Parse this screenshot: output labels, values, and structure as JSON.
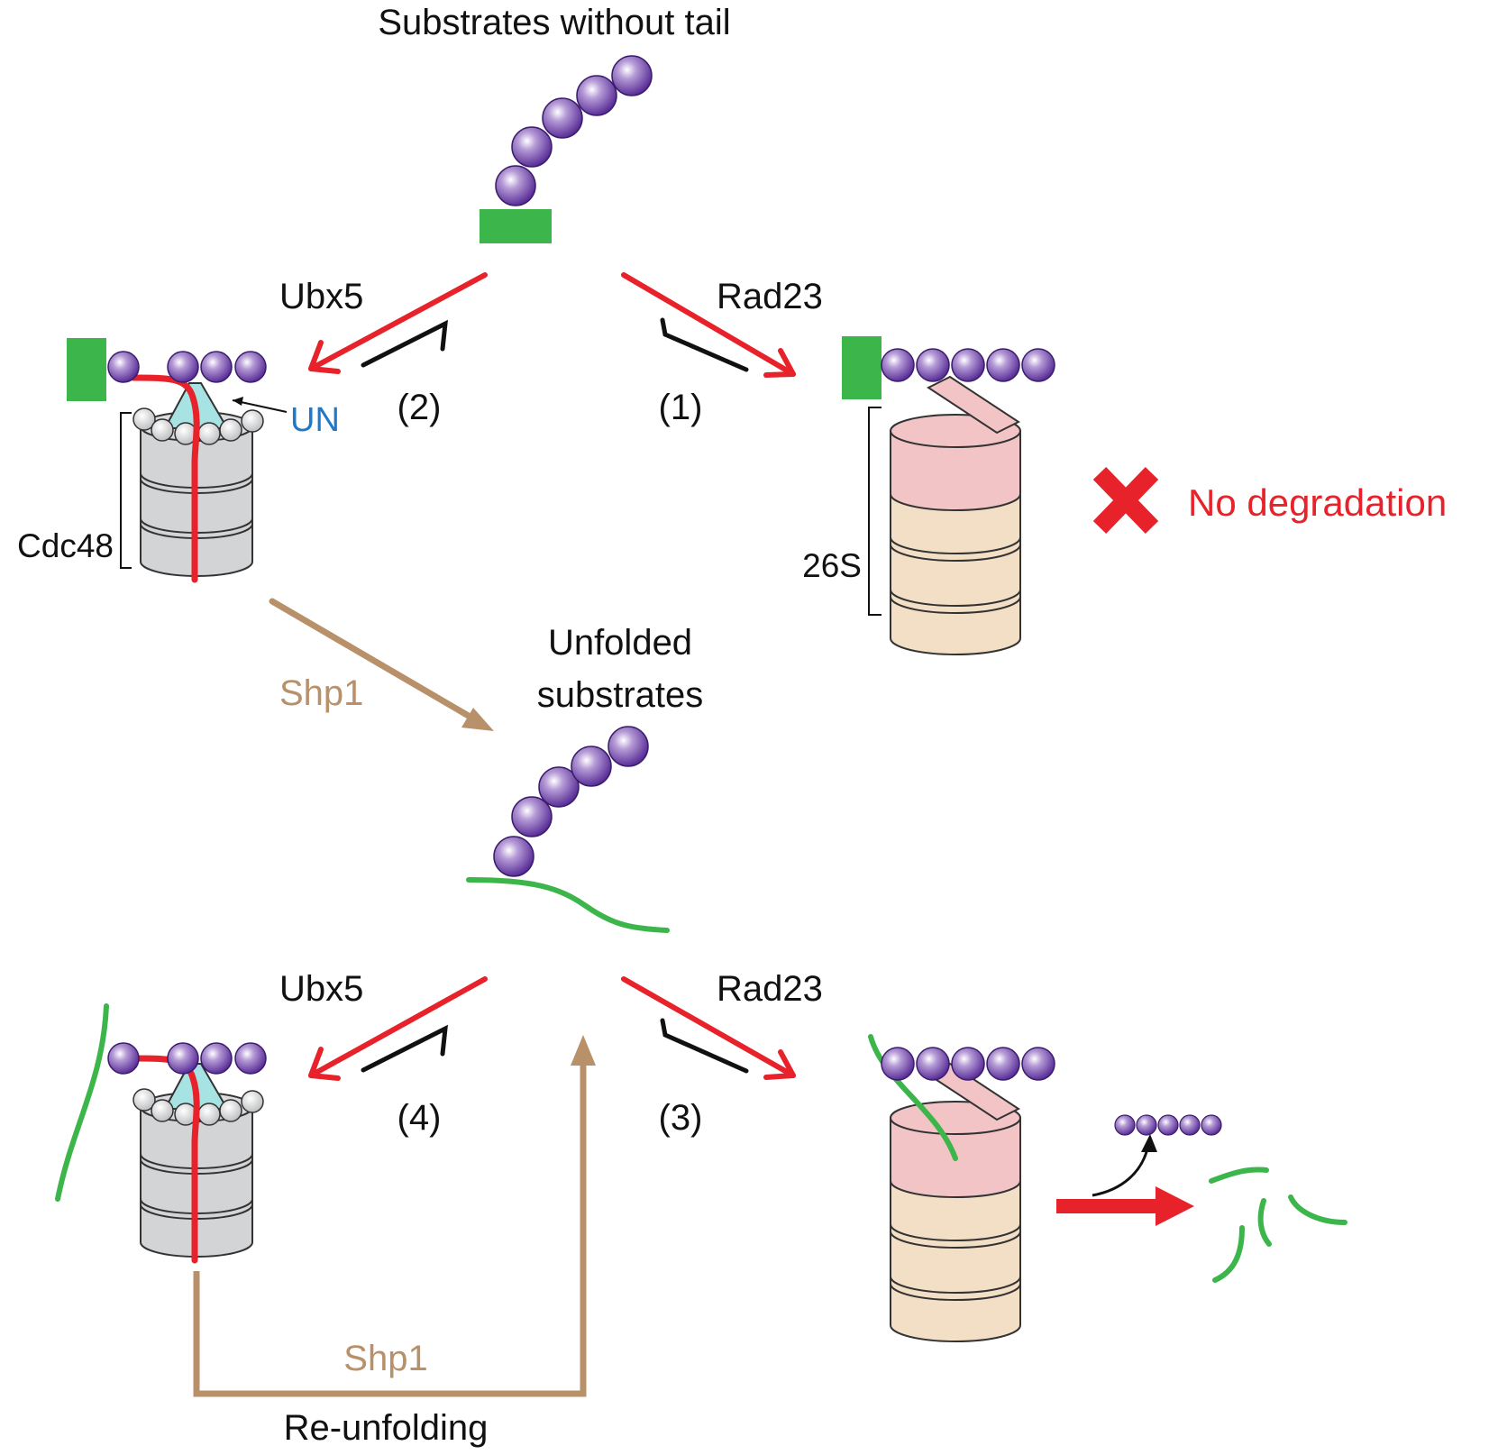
{
  "colors": {
    "ubiquitin": "#6a3ea6",
    "substrate": "#3cb54a",
    "arrow_red": "#e8222a",
    "arrow_black": "#111111",
    "shp1": "#b8916a",
    "cdc48": "#d3d4d6",
    "un_domain": "#a8e3e3",
    "proteasome_lid": "#f2c4c6",
    "proteasome_core": "#f3dfc5",
    "un_label": "#1f78c8",
    "no_degradation": "#e8222a"
  },
  "labels": {
    "top_title": "Substrates without tail",
    "ubx5_top": "Ubx5",
    "rad23_top": "Rad23",
    "step2": "(2)",
    "step1": "(1)",
    "un": "UN",
    "cdc48": "Cdc48",
    "proteasome_26s": "26S",
    "no_degradation": "No degradation",
    "shp1_top": "Shp1",
    "unfolded_line1": "Unfolded",
    "unfolded_line2": "substrates",
    "ubx5_bottom": "Ubx5",
    "rad23_bottom": "Rad23",
    "step4": "(4)",
    "step3": "(3)",
    "shp1_bottom": "Shp1",
    "reunfolding": "Re-unfolding"
  },
  "icons": {
    "no_degradation_mark": "red-x-icon"
  }
}
